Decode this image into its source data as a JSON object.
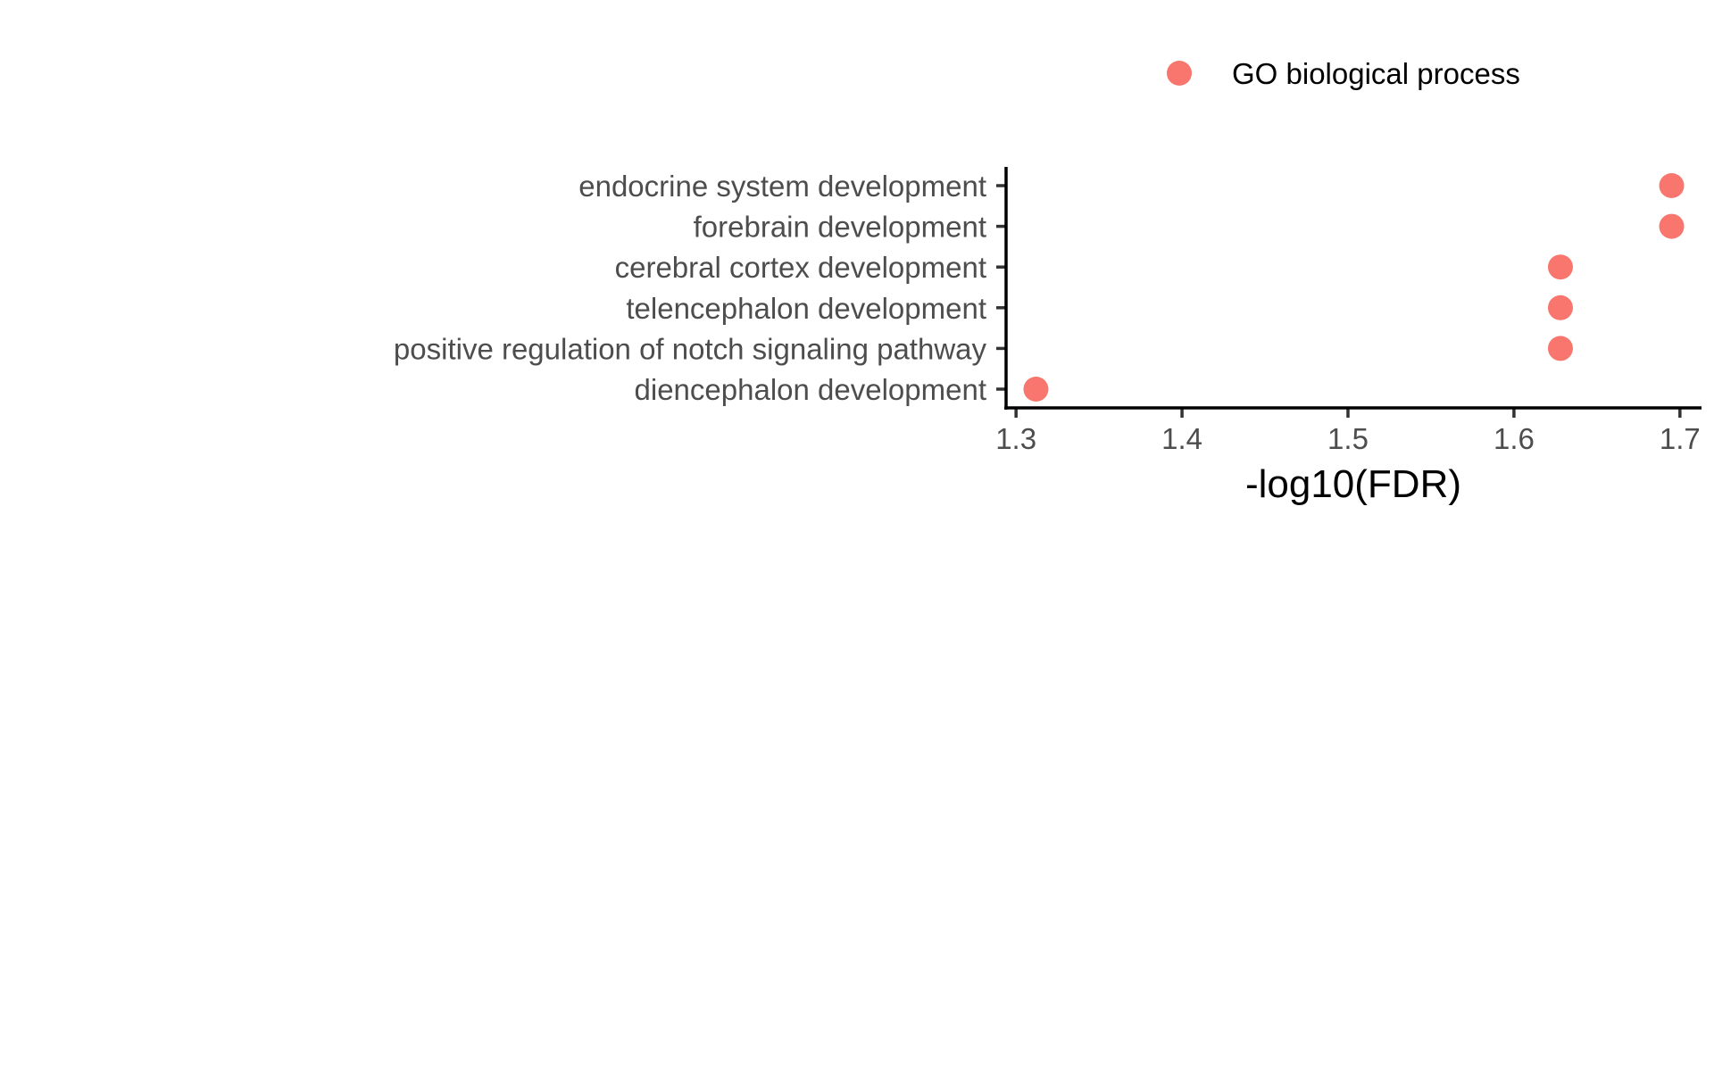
{
  "colors": {
    "point": "#F8766D",
    "axis": "#000000",
    "tick_text": "#4d4d4d"
  },
  "legend": {
    "placement": "top-right",
    "entries": [
      {
        "label": "GO biological process",
        "color": "#F8766D"
      }
    ]
  },
  "chart_data": {
    "type": "scatter",
    "title": "",
    "xlabel": "-log10(FDR)",
    "ylabel": "",
    "xlim": [
      1.294,
      1.713
    ],
    "x_ticks": [
      "1.3",
      "1.4",
      "1.5",
      "1.6",
      "1.7"
    ],
    "grid": false,
    "categories": [
      "endocrine system development",
      "forebrain development",
      "cerebral cortex development",
      "telencephalon development",
      "positive regulation of notch signaling pathway",
      "diencephalon development"
    ],
    "series": [
      {
        "name": "GO biological process",
        "values": [
          1.695,
          1.695,
          1.628,
          1.628,
          1.628,
          1.312
        ]
      }
    ]
  }
}
